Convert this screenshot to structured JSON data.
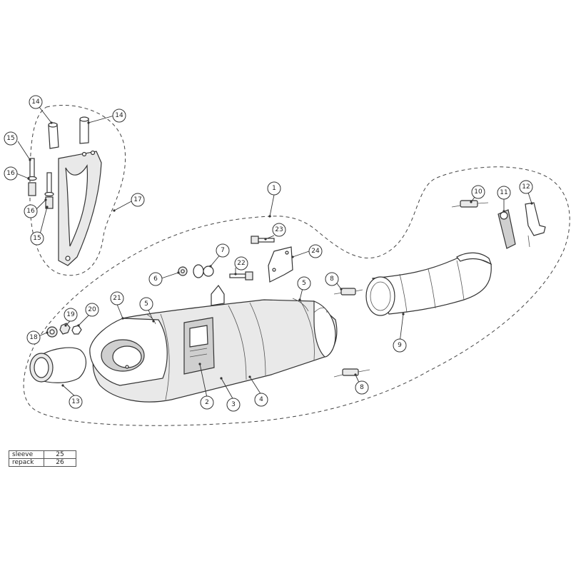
{
  "diagram": {
    "callouts": [
      {
        "id": "c1",
        "label": "1"
      },
      {
        "id": "c2",
        "label": "2"
      },
      {
        "id": "c3",
        "label": "3"
      },
      {
        "id": "c4",
        "label": "4"
      },
      {
        "id": "c5a",
        "label": "5"
      },
      {
        "id": "c5b",
        "label": "5"
      },
      {
        "id": "c6",
        "label": "6"
      },
      {
        "id": "c7",
        "label": "7"
      },
      {
        "id": "c8a",
        "label": "8"
      },
      {
        "id": "c8b",
        "label": "8"
      },
      {
        "id": "c9",
        "label": "9"
      },
      {
        "id": "c10",
        "label": "10"
      },
      {
        "id": "c11",
        "label": "11"
      },
      {
        "id": "c12",
        "label": "12"
      },
      {
        "id": "c13",
        "label": "13"
      },
      {
        "id": "c14a",
        "label": "14"
      },
      {
        "id": "c14b",
        "label": "14"
      },
      {
        "id": "c15a",
        "label": "15"
      },
      {
        "id": "c15b",
        "label": "15"
      },
      {
        "id": "c16a",
        "label": "16"
      },
      {
        "id": "c16b",
        "label": "16"
      },
      {
        "id": "c17",
        "label": "17"
      },
      {
        "id": "c18",
        "label": "18"
      },
      {
        "id": "c19",
        "label": "19"
      },
      {
        "id": "c20",
        "label": "20"
      },
      {
        "id": "c21",
        "label": "21"
      },
      {
        "id": "c22",
        "label": "22"
      },
      {
        "id": "c23",
        "label": "23"
      },
      {
        "id": "c24",
        "label": "24"
      }
    ]
  },
  "table": {
    "rows": [
      {
        "name": "sleeve",
        "number": "25"
      },
      {
        "name": "repack",
        "number": "26"
      }
    ]
  }
}
